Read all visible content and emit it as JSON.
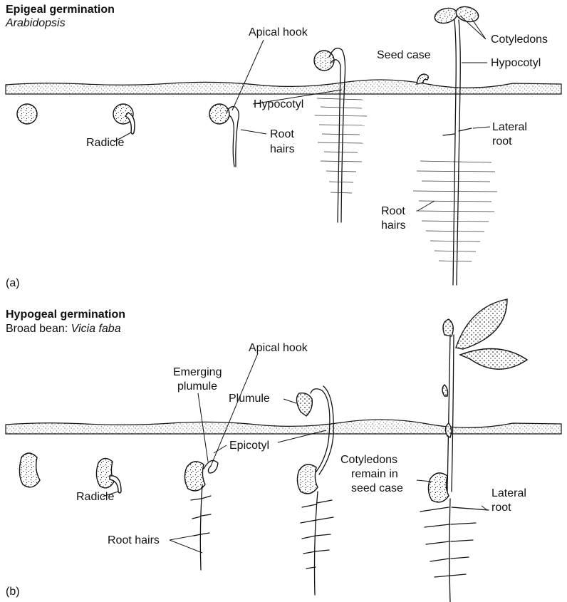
{
  "panel_a": {
    "title": "Epigeal germination",
    "subtitle": "Arabidopsis",
    "letter": "(a)",
    "labels": {
      "apical_hook": "Apical hook",
      "seed_case": "Seed case",
      "cotyledons": "Cotyledons",
      "hypocotyl_right": "Hypocotyl",
      "hypocotyl_mid": "Hypocotyl",
      "radicle": "Radicle",
      "root_hairs_mid_1": "Root",
      "root_hairs_mid_2": "hairs",
      "lateral_root_1": "Lateral",
      "lateral_root_2": "root",
      "root_hairs_right_1": "Root",
      "root_hairs_right_2": "hairs"
    }
  },
  "panel_b": {
    "title": "Hypogeal germination",
    "subtitle_plain": "Broad bean: ",
    "subtitle_italic": "Vicia faba",
    "letter": "(b)",
    "labels": {
      "apical_hook": "Apical hook",
      "emerging_plumule_1": "Emerging",
      "emerging_plumule_2": "plumule",
      "plumule": "Plumule",
      "epicotyl": "Epicotyl",
      "radicle": "Radicle",
      "cotyledons_1": "Cotyledons",
      "cotyledons_2": "remain in",
      "cotyledons_3": "seed case",
      "lateral_root_1": "Lateral",
      "lateral_root_2": "root",
      "root_hairs": "Root hairs"
    }
  }
}
